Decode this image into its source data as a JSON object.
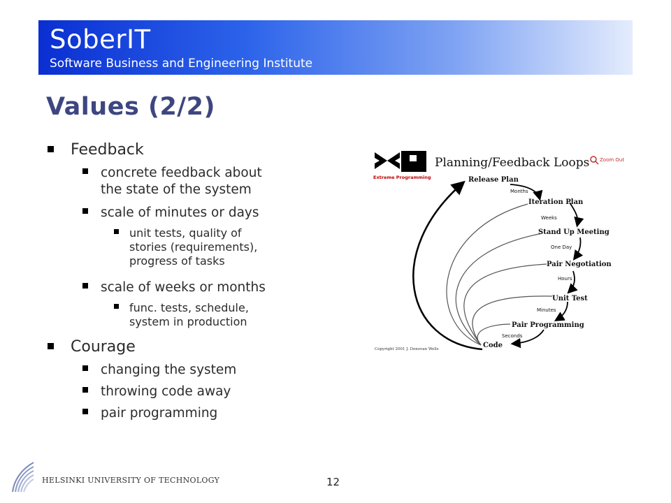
{
  "header": {
    "brand": "SoberIT",
    "tagline": "Software Business and Engineering Institute",
    "colors": {
      "banner_left": "#0a2fd2",
      "banner_right": "#e4ecfd"
    }
  },
  "slide": {
    "title": "Values (2/2)",
    "title_color": "#3e4680"
  },
  "bullets": {
    "feedback": {
      "label": "Feedback",
      "sub1": [
        "concrete feedback about",
        "the state of the system"
      ],
      "sub2": "scale of minutes or days",
      "sub2_detail": [
        "unit tests, quality of",
        "stories (requirements),",
        "progress of tasks"
      ],
      "sub3": "scale of weeks or months",
      "sub3_detail": [
        "func. tests, schedule,",
        "system in production"
      ]
    },
    "courage": {
      "label": "Courage",
      "items": [
        "changing the system",
        "throwing code away",
        "pair programming"
      ]
    }
  },
  "diagram": {
    "logo_caption": "Extreme Programming",
    "title": "Planning/Feedback Loops",
    "zoom_label": "Zoom Out",
    "stages": [
      "Release Plan",
      "Iteration Plan",
      "Stand Up Meeting",
      "Pair Negotiation",
      "Unit Test",
      "Pair Programming",
      "Code"
    ],
    "intervals": [
      "Months",
      "Weeks",
      "One Day",
      "Hours",
      "Minutes",
      "Seconds"
    ],
    "copyright": "Copyright 2001 J. Donovan Wells"
  },
  "footer": {
    "university": "HELSINKI UNIVERSITY OF TECHNOLOGY",
    "page_number": "12"
  }
}
